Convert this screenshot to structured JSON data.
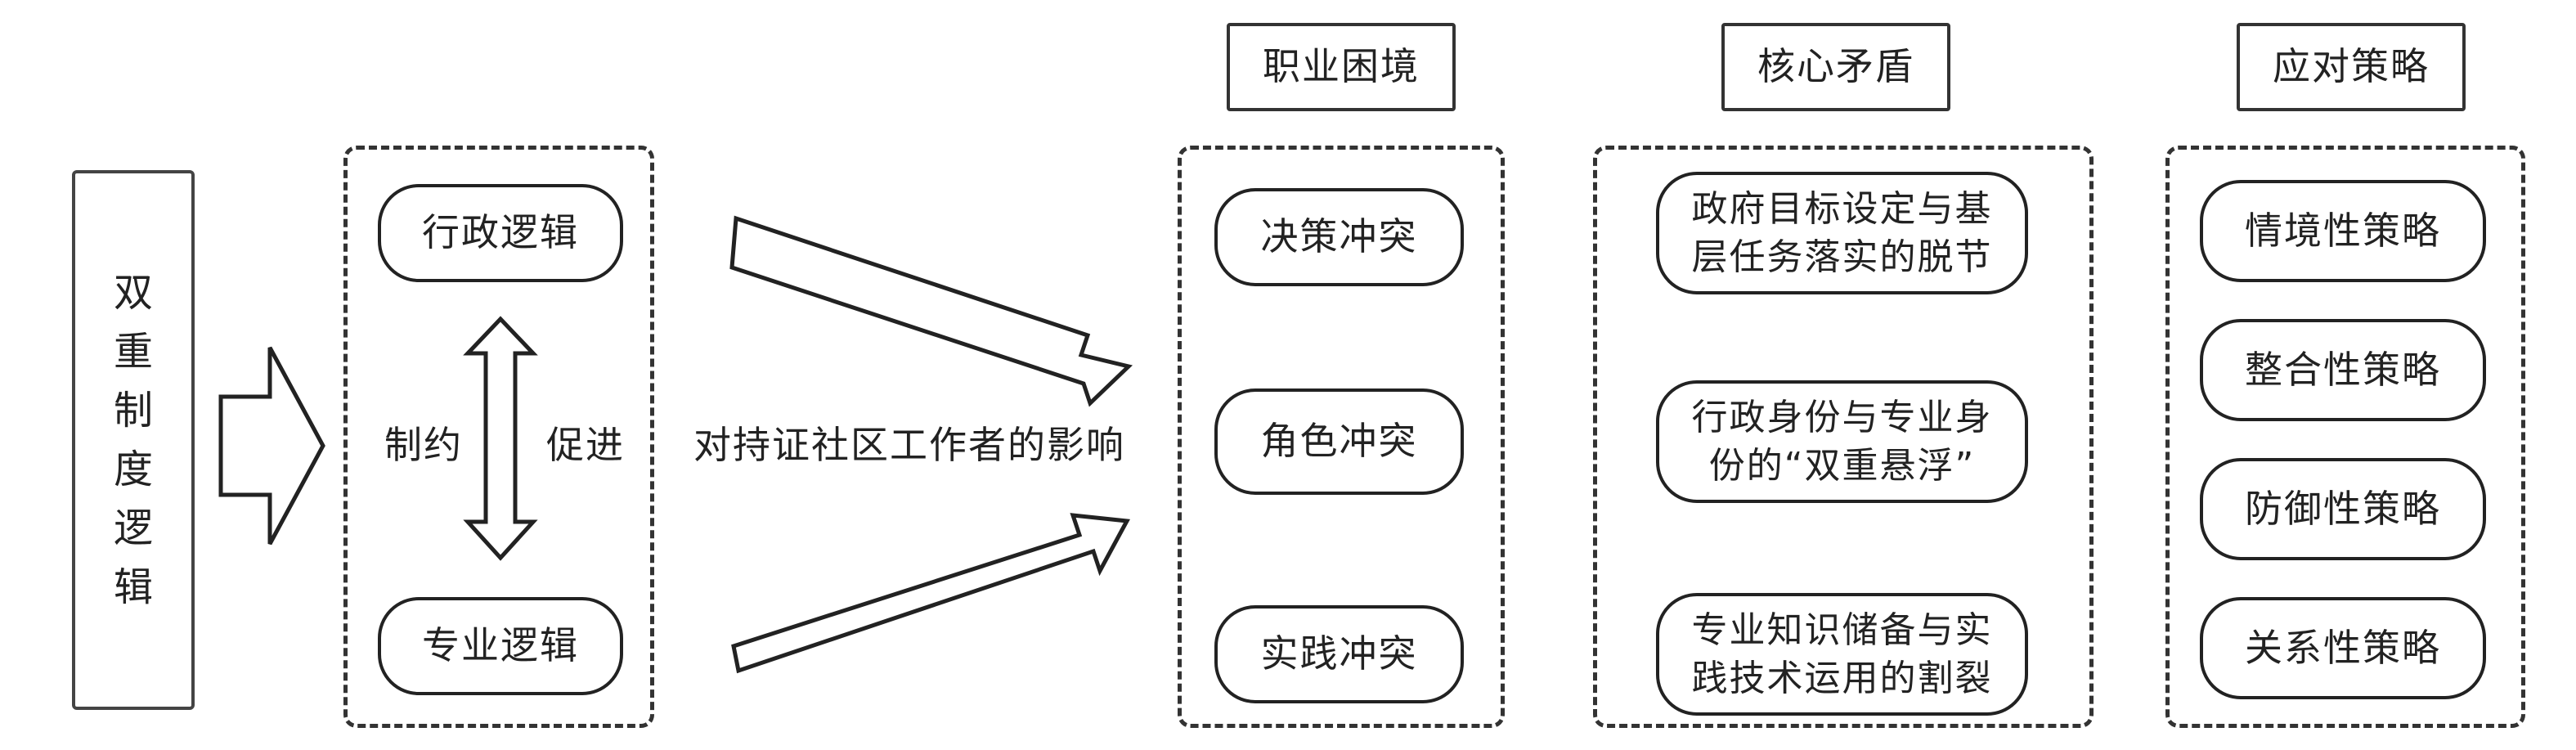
{
  "left_box": {
    "chars": [
      "双",
      "重",
      "制",
      "度",
      "逻",
      "辑"
    ]
  },
  "logic_group": {
    "top": "行政逻辑",
    "bottom": "专业逻辑",
    "left_label": "制约",
    "right_label": "促进"
  },
  "impact_label": "对持证社区工作者的影响",
  "dilemma": {
    "header": "职业困境",
    "items": [
      "决策冲突",
      "角色冲突",
      "实践冲突"
    ]
  },
  "contradiction": {
    "header": "核心矛盾",
    "items": [
      [
        "政府目标设定与基",
        "层任务落实的脱节"
      ],
      [
        "行政身份与专业身",
        "份的“双重悬浮”"
      ],
      [
        "专业知识储备与实",
        "践技术运用的割裂"
      ]
    ]
  },
  "strategy": {
    "header": "应对策略",
    "items": [
      "情境性策略",
      "整合性策略",
      "防御性策略",
      "关系性策略"
    ]
  }
}
